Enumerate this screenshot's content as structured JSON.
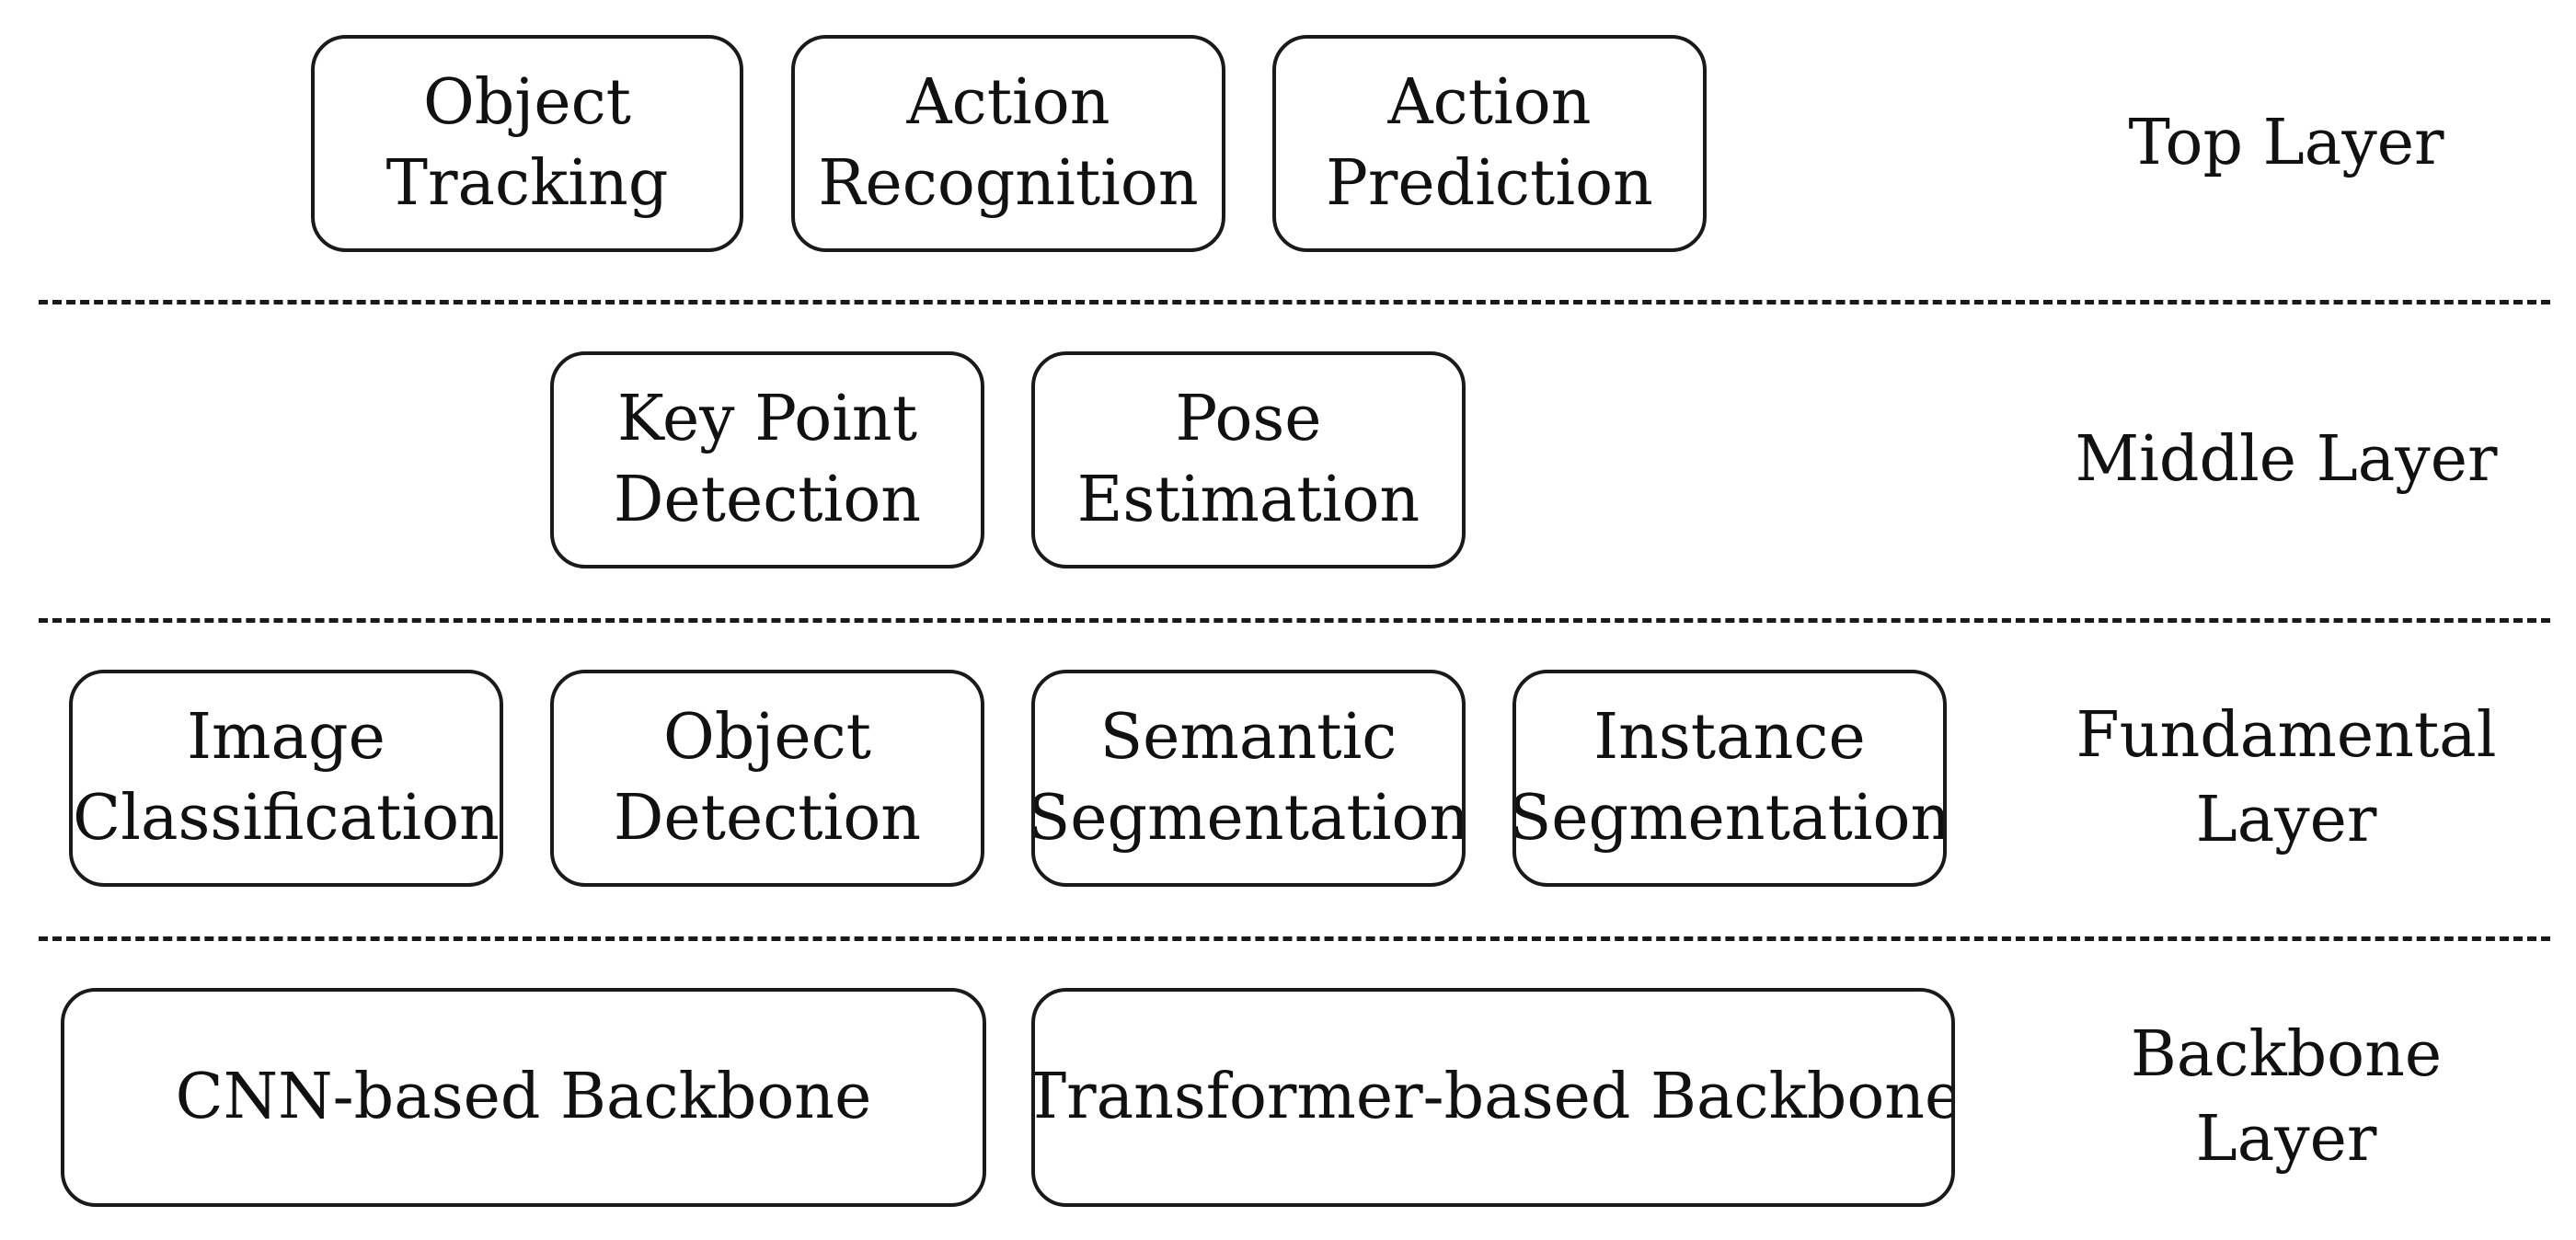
{
  "layers": {
    "top": {
      "label": [
        "Top Layer"
      ],
      "boxes": [
        {
          "lines": [
            "Object",
            "Tracking"
          ]
        },
        {
          "lines": [
            "Action",
            "Recognition"
          ]
        },
        {
          "lines": [
            "Action",
            "Prediction"
          ]
        }
      ]
    },
    "middle": {
      "label": [
        "Middle Layer"
      ],
      "boxes": [
        {
          "lines": [
            "Key Point",
            "Detection"
          ]
        },
        {
          "lines": [
            "Pose",
            "Estimation"
          ]
        }
      ]
    },
    "fundamental": {
      "label": [
        "Fundamental",
        "Layer"
      ],
      "boxes": [
        {
          "lines": [
            "Image",
            "Classification"
          ]
        },
        {
          "lines": [
            "Object",
            "Detection"
          ]
        },
        {
          "lines": [
            "Semantic",
            "Segmentation"
          ]
        },
        {
          "lines": [
            "Instance",
            "Segmentation"
          ]
        }
      ]
    },
    "backbone": {
      "label": [
        "Backbone",
        "Layer"
      ],
      "boxes": [
        {
          "lines": [
            "CNN-based Backbone"
          ]
        },
        {
          "lines": [
            "Transformer-based Backbone"
          ]
        }
      ]
    }
  },
  "colors": {
    "stroke": "#1a1a1a",
    "text": "#111111",
    "background": "#ffffff"
  }
}
